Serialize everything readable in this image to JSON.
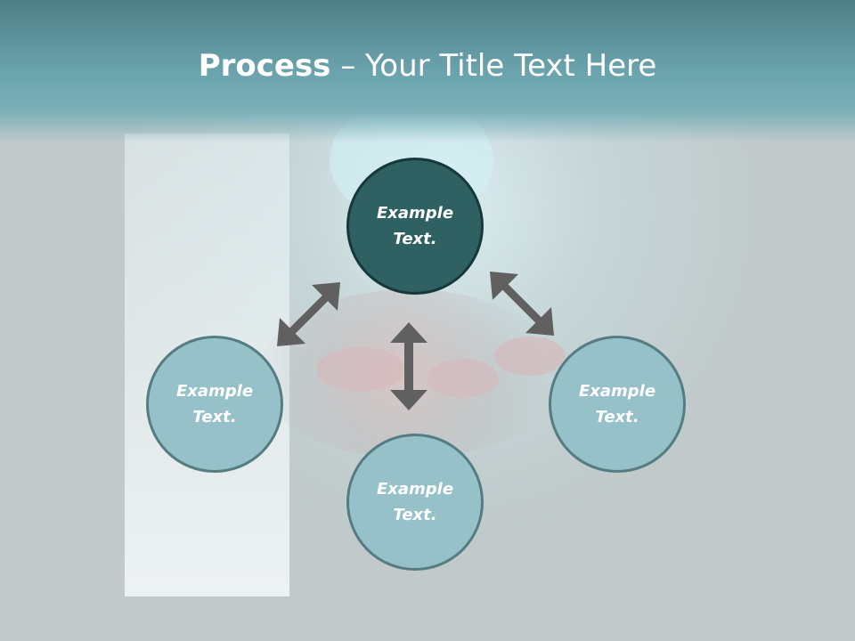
{
  "slide": {
    "title_bold": "Process",
    "title_rest": " – Your Title Text Here"
  },
  "diagram": {
    "center_node": {
      "text": "Example\nText.",
      "color": "#2f6062"
    },
    "left_node": {
      "text": "Example\nText.",
      "color": "#96c1c8"
    },
    "bottom_node": {
      "text": "Example\nText.",
      "color": "#96c1c8"
    },
    "right_node": {
      "text": "Example\nText.",
      "color": "#96c1c8"
    },
    "arrow_color": "#606060"
  }
}
